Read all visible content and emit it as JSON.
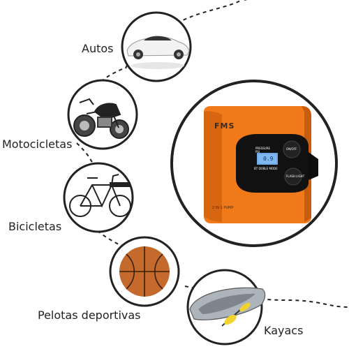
{
  "labels": {
    "autos": "Autos",
    "motocicletas": "Motocicletas",
    "bicicletas": "Bicicletas",
    "pelotas": "Pelotas deportivas",
    "kayacs": "Kayacs"
  },
  "device": {
    "brand": "FMS",
    "model": "2 IN 1 PUMP",
    "screen_title": "PRESSURE\nPSI",
    "screen_reading": "0.9",
    "screen_foot": "BT DOBLE MODE",
    "button_top": "ON/OFF",
    "button_bottom": "FLASH LIGHT"
  },
  "colors": {
    "ring": "#222222",
    "accent": "#f07a1a",
    "screen": "#1b1b1b"
  }
}
